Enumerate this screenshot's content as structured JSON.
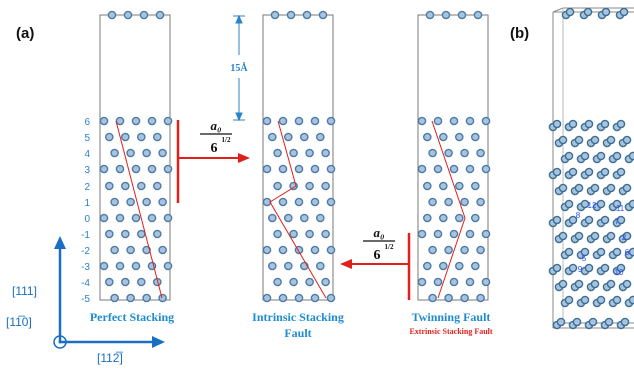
{
  "panel_labels": {
    "a": "(a)",
    "b": "(b)"
  },
  "layer_indices": [
    "6",
    "5",
    "4",
    "3",
    "2",
    "1",
    "0",
    "-1",
    "-2",
    "-3",
    "-4",
    "-5"
  ],
  "vacuum_label": "15Å",
  "fraction_1": {
    "numerator": "a₀",
    "denominator": "6",
    "exponent": "1/2"
  },
  "fraction_2": {
    "numerator": "a₀",
    "denominator": "6",
    "exponent": "1/2"
  },
  "structure_captions": {
    "perfect": "Perfect Stacking",
    "intrinsic_line1": "Intrinsic Stacking",
    "intrinsic_line2": "Fault",
    "twinning": "Twinning Fault",
    "extrinsic": "Extrinsic Stacking Fault"
  },
  "axes": {
    "vertical": "[111]",
    "horizontal": "[112̅]",
    "out_of_plane": "[11̅0]"
  },
  "panel_b_numbers": [
    "12",
    "11",
    "8",
    "7",
    "2",
    "6",
    "5",
    "9",
    "10"
  ],
  "colors": {
    "atom_fill": "#a9c3dc",
    "atom_stroke": "#4a7ba6",
    "atom_dark": "#3a6d94",
    "index_text": "#2b82c8",
    "caption_text": "#1f8bd0",
    "arrow_red": "#e0201a",
    "guide_line": "#e0201a",
    "axis_blue": "#1a6fc4",
    "box_line": "#7a7a7a",
    "number_b": "#2a4cff"
  }
}
